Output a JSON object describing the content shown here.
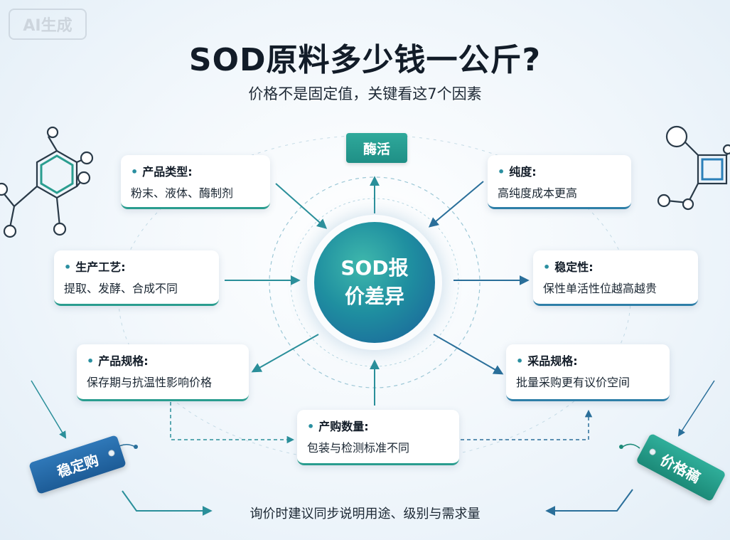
{
  "watermark": "AI生成",
  "title": "SOD原料多少钱一公斤?",
  "subtitle": "价格不是固定值，关键看这7个因素",
  "top_tag": "酶活",
  "center": {
    "line1": "SOD报",
    "line2": "价差异"
  },
  "cards": {
    "product_type": {
      "title": "产品类型:",
      "desc": "粉末、液体、酶制剂"
    },
    "process": {
      "title": "生产工艺:",
      "desc": "提取、发酵、合成不同"
    },
    "spec": {
      "title": "产品规格:",
      "desc": "保存期与抗温性影响价格"
    },
    "quantity": {
      "title": "产购数量:",
      "desc": "包装与检测标准不同"
    },
    "purity": {
      "title": "纯度:",
      "desc": "高纯度成本更高"
    },
    "stability": {
      "title": "稳定性:",
      "desc": "保性单活性位越高越贵"
    },
    "sample_spec": {
      "title": "采品规格:",
      "desc": "批量采购更有议价空间"
    }
  },
  "tags": {
    "left": "稳定购",
    "right": "价格稿"
  },
  "bottom_note": "询价时建议同步说明用途、级别与需求量",
  "colors": {
    "teal": "#2a9d8f",
    "blue": "#1d5c97",
    "title": "#121c28"
  },
  "icons": [
    "molecule-left-icon",
    "molecule-right-icon",
    "price-tag-icon",
    "arrow-icon"
  ]
}
